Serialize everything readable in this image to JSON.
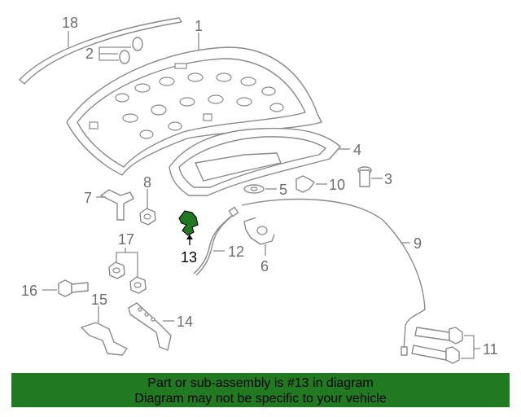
{
  "callouts": {
    "c1": "1",
    "c2": "2",
    "c3": "3",
    "c4": "4",
    "c5": "5",
    "c6": "6",
    "c7": "7",
    "c8": "8",
    "c9": "9",
    "c10": "10",
    "c11": "11",
    "c12": "12",
    "c13": "13",
    "c14": "14",
    "c15": "15",
    "c16": "16",
    "c17": "17",
    "c18": "18"
  },
  "highlight_color": "#217a21",
  "banner": {
    "line1": "Part or sub-assembly is #13 in diagram",
    "line2": "Diagram may not be specific to your vehicle"
  }
}
